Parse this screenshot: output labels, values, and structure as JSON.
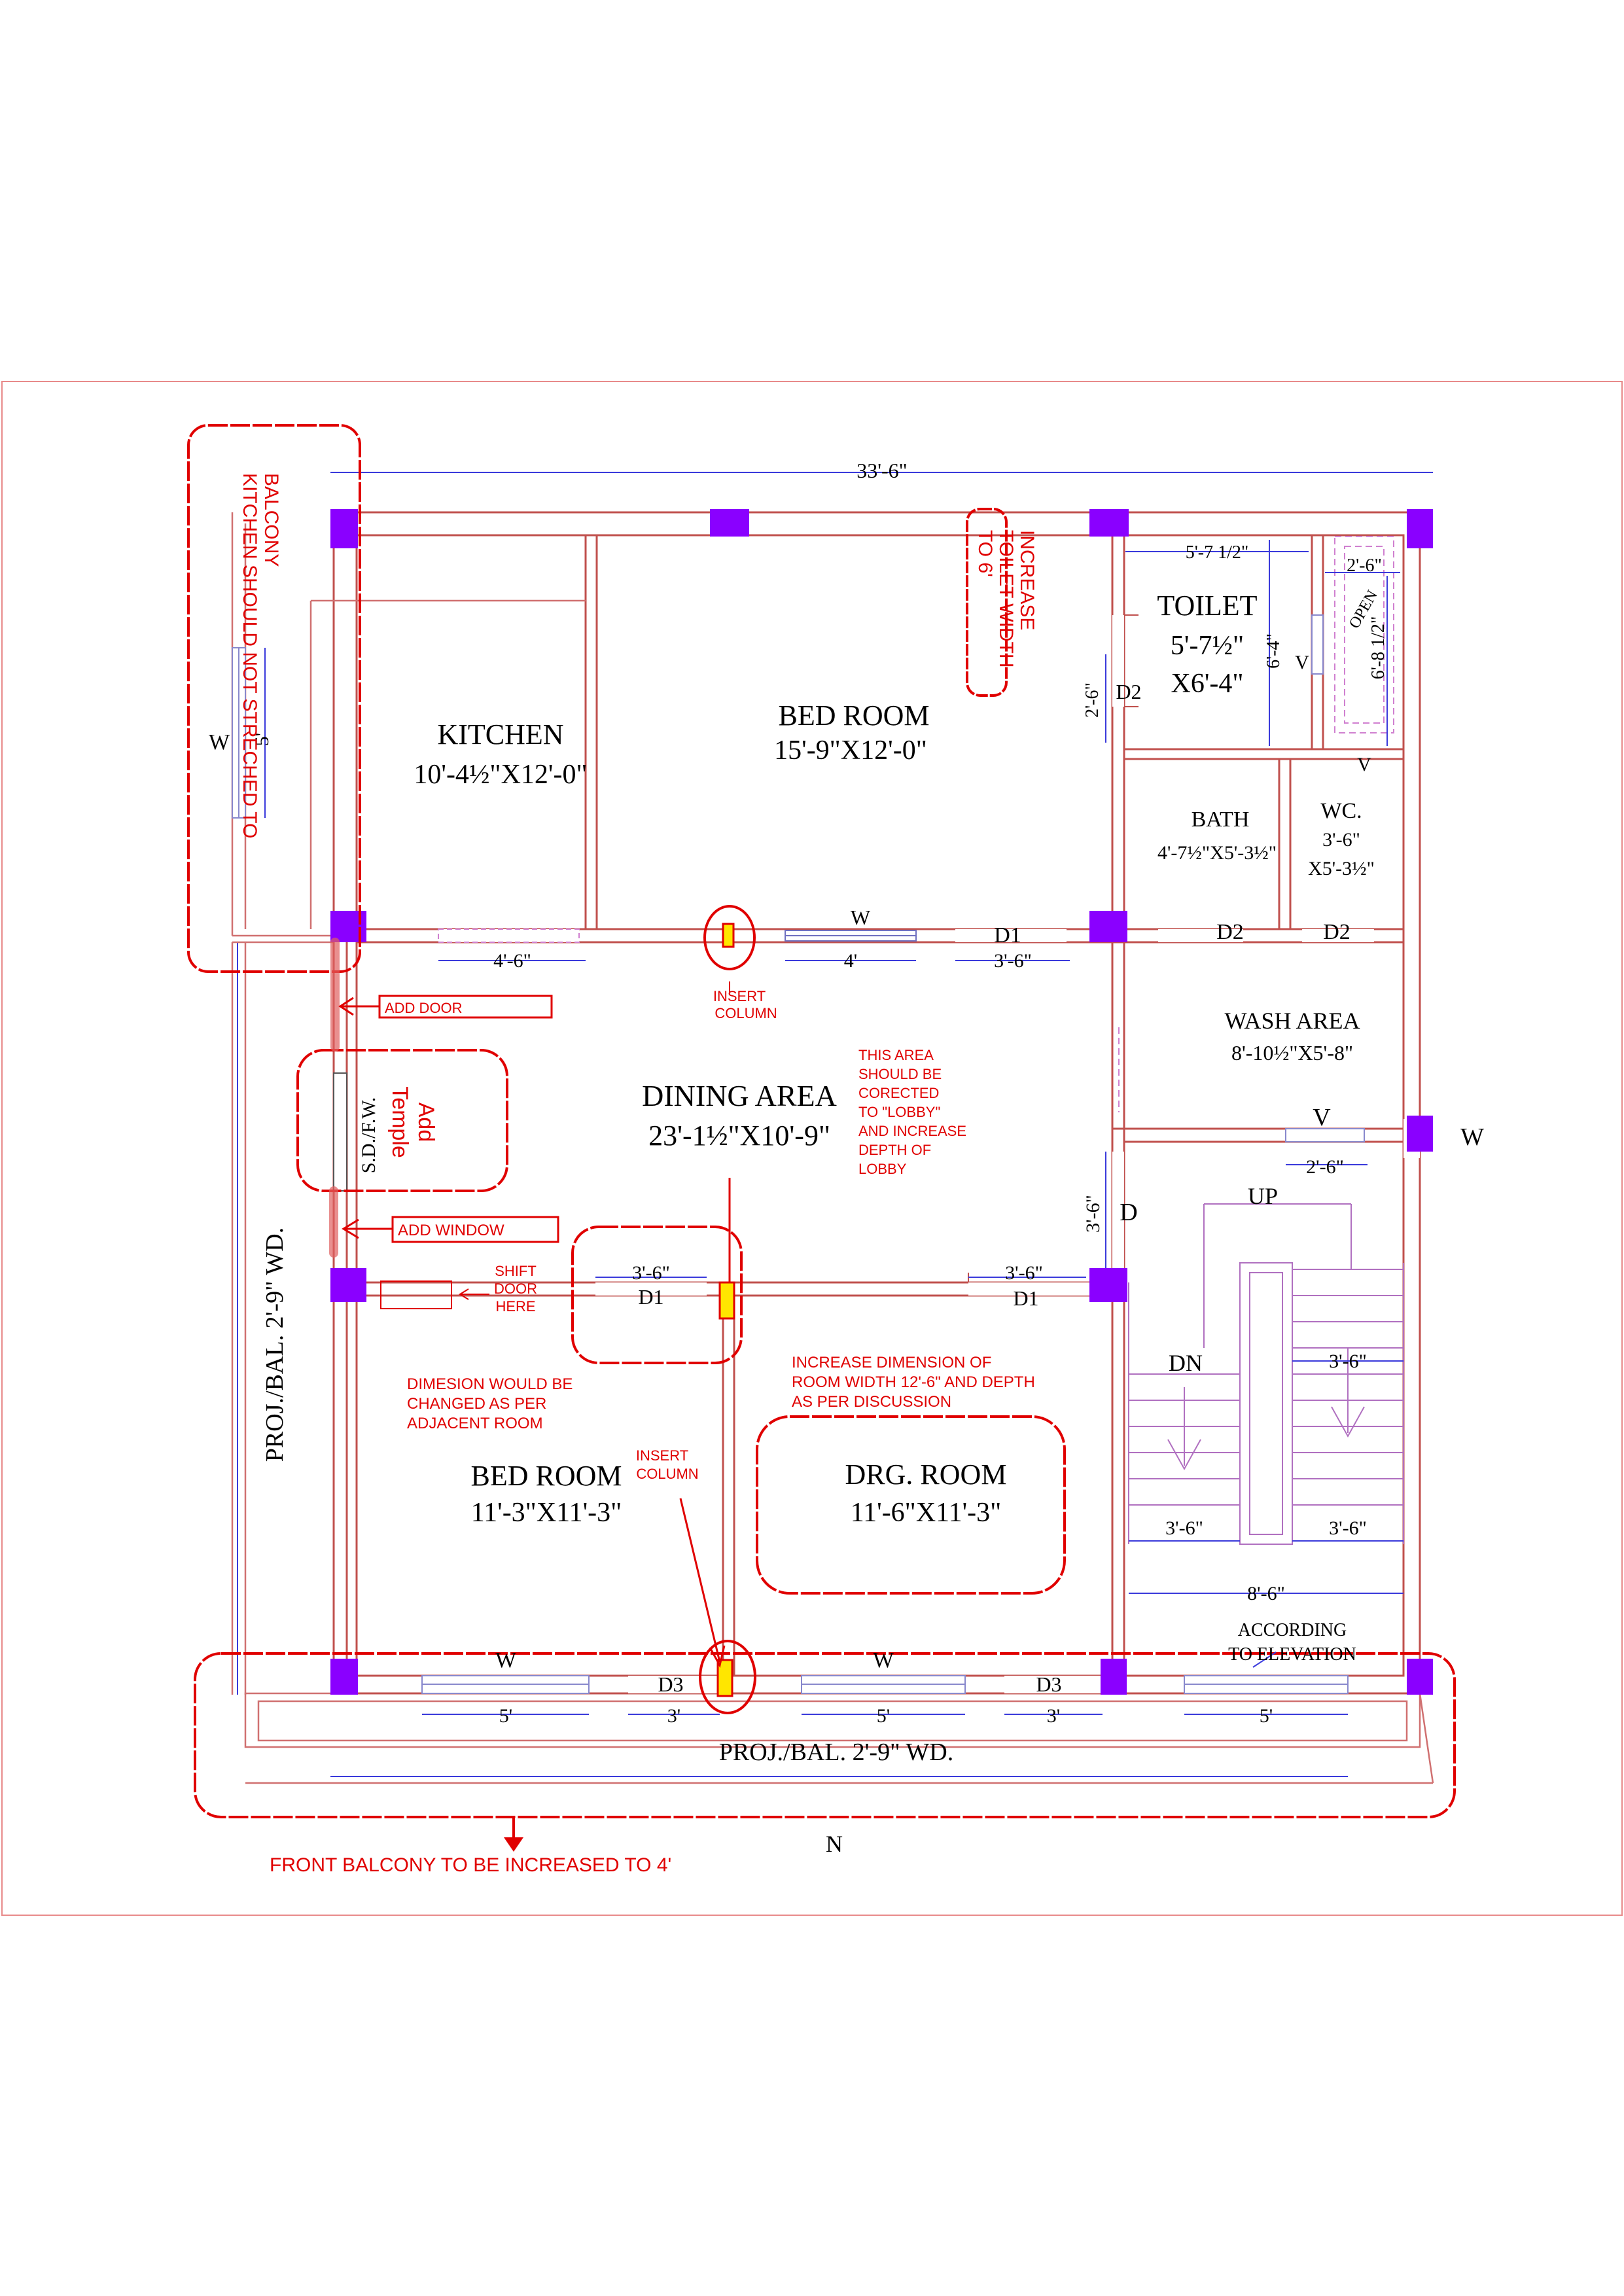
{
  "rooms": {
    "kitchen": {
      "name": "KITCHEN",
      "size": "10'-4½\"X12'-0\""
    },
    "bedroom_top": {
      "name": "BED ROOM",
      "size": "15'-9\"X12'-0\""
    },
    "toilet": {
      "name": "TOILET",
      "size1": "5'-7½\"",
      "size2": "X6'-4\""
    },
    "bath": {
      "name": "BATH",
      "size": "4'-7½\"X5'-3½\""
    },
    "wc": {
      "name": "WC.",
      "size1": "3'-6\"",
      "size2": "X5'-3½\""
    },
    "wash": {
      "name": "WASH AREA",
      "size": "8'-10½\"X5'-8\""
    },
    "dining": {
      "name": "DINING AREA",
      "size": "23'-1½\"X10'-9\""
    },
    "bedroom_bottom": {
      "name": "BED ROOM",
      "size": "11'-3\"X11'-3\""
    },
    "drawing": {
      "name": "DRG. ROOM",
      "size": "11'-6\"X11'-3\""
    }
  },
  "dims": {
    "overall": "33'-6\"",
    "toilet_w": "5'-7 1/2\"",
    "open_w": "2'-6\"",
    "toilet_h": "6'-4\"",
    "open_h": "6'-8 1/2\"",
    "d2_h": "2'-6\"",
    "kitchen_open": "4'-6\"",
    "bed_window": "4'",
    "bed_door": "3'-6\"",
    "stair_v": "2'-6\"",
    "d_height": "3'-6\"",
    "d1_left": "3'-6\"",
    "d1_right": "3'-6\"",
    "stair_r": "3'-6\"",
    "stair_bl": "3'-6\"",
    "stair_br": "3'-6\"",
    "stair_total": "8'-6\"",
    "w_bot1": "5'",
    "d3_1": "3'",
    "w_bot2": "5'",
    "d3_2": "3'",
    "w_bot3": "5'",
    "kitchen_w": "5'"
  },
  "labels": {
    "w": "W",
    "v": "V",
    "d1": "D1",
    "d2": "D2",
    "d3": "D3",
    "d": "D",
    "up": "UP",
    "dn": "DN",
    "open": "OPEN",
    "sdfw": "S.D./F.W.",
    "proj_left": "PROJ./BAL. 2'-9\" WD.",
    "proj_bottom": "PROJ./BAL. 2'-9\" WD.",
    "according1": "ACCORDING",
    "according2": "TO ELEVATION",
    "north": "N"
  },
  "notes": {
    "kitchen1": "KITCHEN SHOULD NOT STRECHED TO",
    "kitchen2": "BALCONY",
    "toilet1": "INCREASE",
    "toilet2": "TOILET WIDTH",
    "toilet3": "TO 6'",
    "insert1a": "INSERT",
    "insert1b": "COLUMN",
    "add_door": "ADD DOOR",
    "temple1": "Add",
    "temple2": "Temple",
    "add_window": "ADD WINDOW",
    "lobby": [
      "THIS AREA",
      "SHOULD BE",
      "CORECTED",
      "TO \"LOBBY\"",
      "AND INCREASE",
      "DEPTH OF",
      "LOBBY"
    ],
    "shift": [
      "SHIFT",
      "DOOR",
      "HERE"
    ],
    "dimesion": [
      "DIMESION WOULD BE",
      "CHANGED AS PER",
      "ADJACENT ROOM"
    ],
    "insert2a": "INSERT",
    "insert2b": "COLUMN",
    "increase": [
      "INCREASE DIMENSION OF",
      "ROOM WIDTH 12'-6\" AND DEPTH",
      "AS PER DISCUSSION"
    ],
    "front": "FRONT BALCONY TO BE INCREASED TO 4'"
  }
}
